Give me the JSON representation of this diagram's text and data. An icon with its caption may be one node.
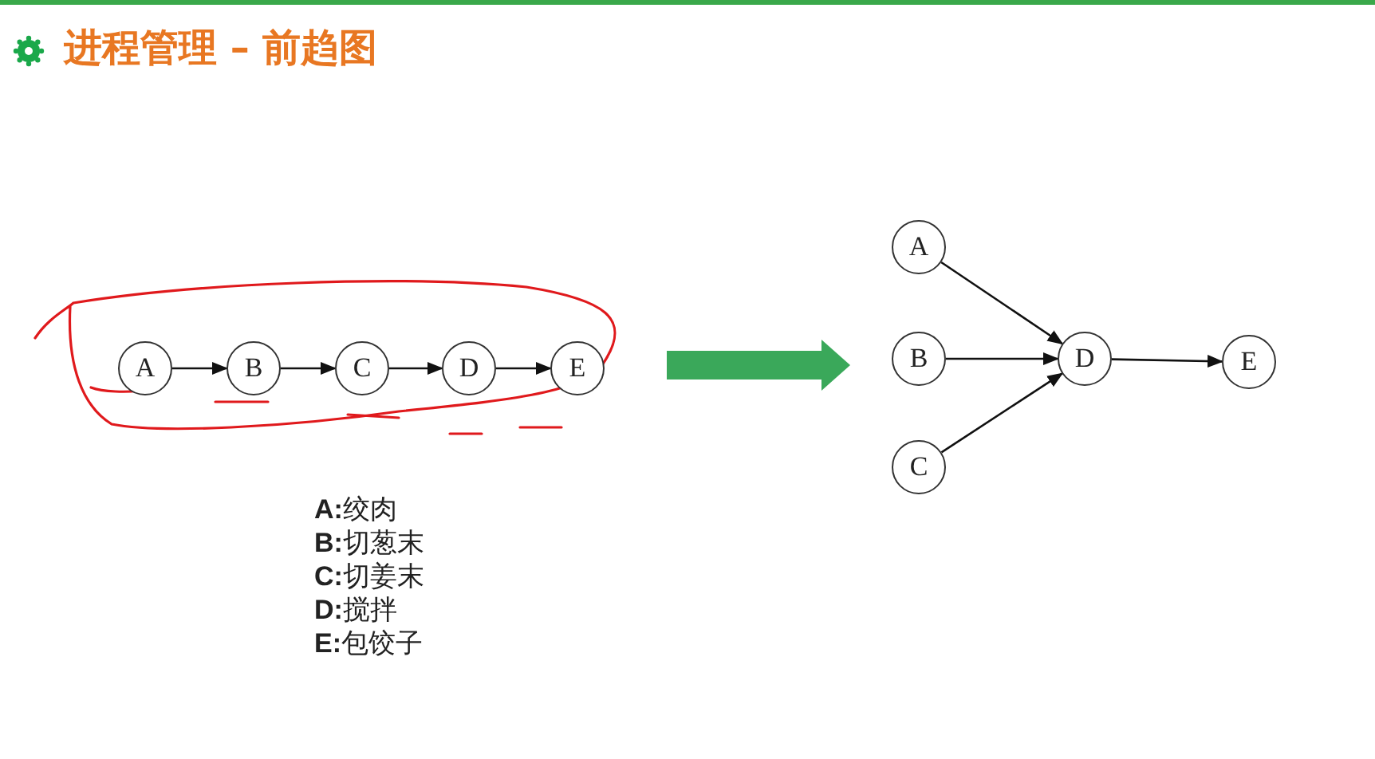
{
  "diagram": {
    "title": "进程管理 – 前趋图",
    "nodes": [
      {
        "text": [
          "A"
        ]
      },
      {
        "text": [
          "B"
        ]
      },
      {
        "text": [
          "C"
        ]
      },
      {
        "text": [
          "D"
        ]
      },
      {
        "text": [
          "E"
        ]
      },
      {
        "text": [
          "A"
        ]
      },
      {
        "text": [
          "B"
        ]
      },
      {
        "text": [
          "C"
        ]
      },
      {
        "text": [
          "D"
        ]
      },
      {
        "text": [
          "E"
        ]
      }
    ],
    "edges": [
      {
        "from": 0,
        "to": 1,
        "arrow": "to"
      },
      {
        "from": 1,
        "to": 2,
        "arrow": "to"
      },
      {
        "from": 2,
        "to": 3,
        "arrow": "to"
      },
      {
        "from": 3,
        "to": 4,
        "arrow": "to"
      },
      {
        "from": 5,
        "to": 8,
        "arrow": "to"
      },
      {
        "from": 6,
        "to": 8,
        "arrow": "to"
      },
      {
        "from": 7,
        "to": 8,
        "arrow": "to"
      },
      {
        "from": 8,
        "to": 9,
        "arrow": "to"
      }
    ],
    "labels": [
      "**A:**绞肉",
      "**B:**切葱末",
      "**C:**切姜末",
      "**D:**搅拌",
      "**E:**包饺子"
    ]
  }
}
